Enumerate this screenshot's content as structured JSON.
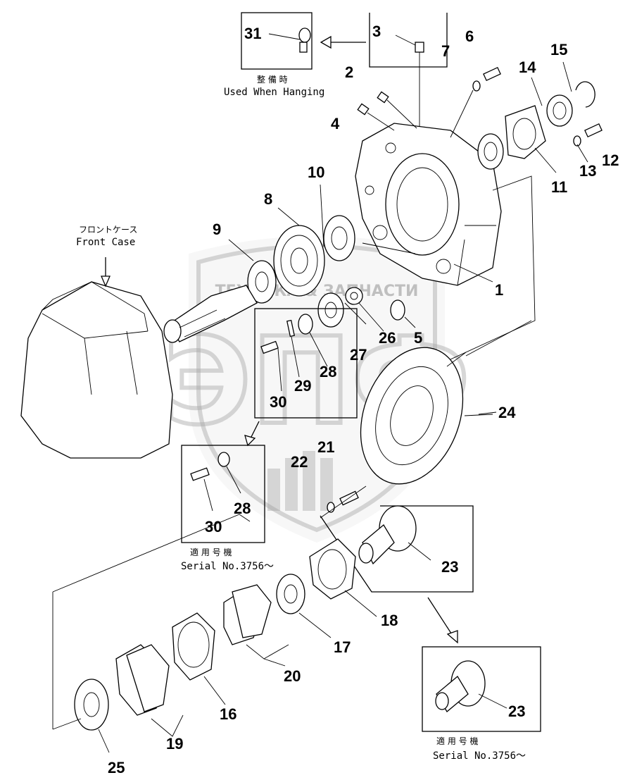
{
  "watermark": {
    "text": "ТЕХНИКА & ЗАПЧАСТИ",
    "letters": "ЭПФ"
  },
  "captions": {
    "hanging_jp": "整 備 時",
    "hanging_en": "Used When Hanging",
    "front_case_jp": "フロントケース",
    "front_case_en": "Front Case",
    "serial_jp_1": "適 用 号 機",
    "serial_en_1": "Serial No.3756～",
    "serial_jp_2": "適 用 号 機",
    "serial_en_2": "Serial No.3756～"
  },
  "parts": {
    "p1": "1",
    "p2": "2",
    "p3": "3",
    "p4": "4",
    "p5": "5",
    "p6": "6",
    "p7": "7",
    "p8": "8",
    "p9": "9",
    "p10": "10",
    "p11": "11",
    "p12": "12",
    "p13": "13",
    "p14": "14",
    "p15": "15",
    "p16": "16",
    "p17": "17",
    "p18": "18",
    "p19": "19",
    "p20": "20",
    "p21": "21",
    "p22": "22",
    "p23a": "23",
    "p23b": "23",
    "p23c": "23",
    "p24": "24",
    "p25": "25",
    "p26": "26",
    "p27": "27",
    "p28a": "28",
    "p28b": "28",
    "p29": "29",
    "p30a": "30",
    "p30b": "30",
    "p31": "31"
  }
}
